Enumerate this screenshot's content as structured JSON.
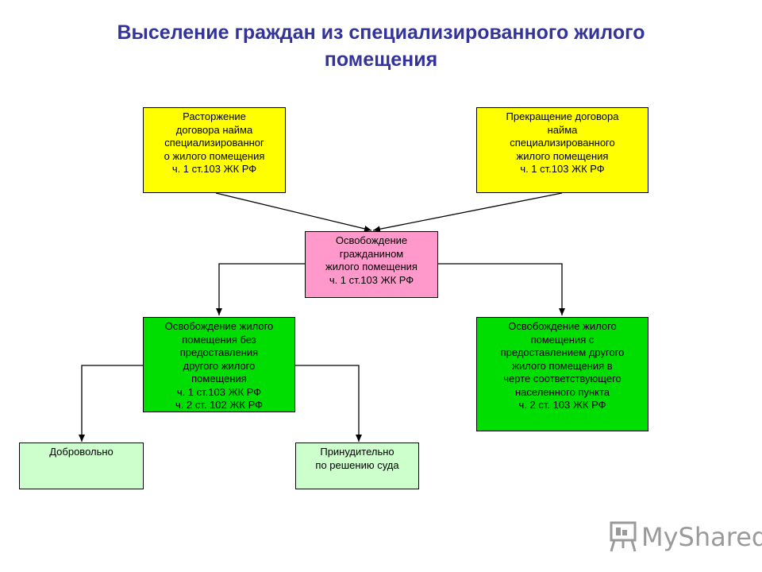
{
  "title": "Выселение граждан из специализированного жилого\nпомещения",
  "nodes": {
    "termination_contract": "Расторжение\nдоговора найма\nспециализированног\nо жилого помещения\nч. 1 ст.103 ЖК РФ",
    "end_contract": "Прекращение договора\nнайма\nспециализированного\nжилого помещения\nч. 1 ст.103 ЖК РФ",
    "vacate": "Освобождение\nгражданином\nжилого помещения\nч. 1 ст.103 ЖК РФ",
    "without_other": "Освобождение жилого\nпомещения без\nпредоставления\nдругого жилого\nпомещения\nч. 1 ст.103 ЖК РФ\nч. 2 ст. 102 ЖК РФ",
    "with_other": "Освобождение жилого\nпомещения с\nпредоставлением другого\nжилого помещения в\nчерте соответствующего\nнаселенного пункта\nч. 2 ст. 103 ЖК РФ",
    "voluntary": "Добровольно",
    "forced": "Принудительно\nпо решению суда"
  },
  "colors": {
    "title": "#333399",
    "top_boxes": "#ffff00",
    "center_box": "#ff99cc",
    "middle_boxes": "#00dd00",
    "bottom_boxes": "#ccffcc"
  },
  "logo": {
    "text": "MySharedPr",
    "icon": "presentation-board-icon"
  }
}
